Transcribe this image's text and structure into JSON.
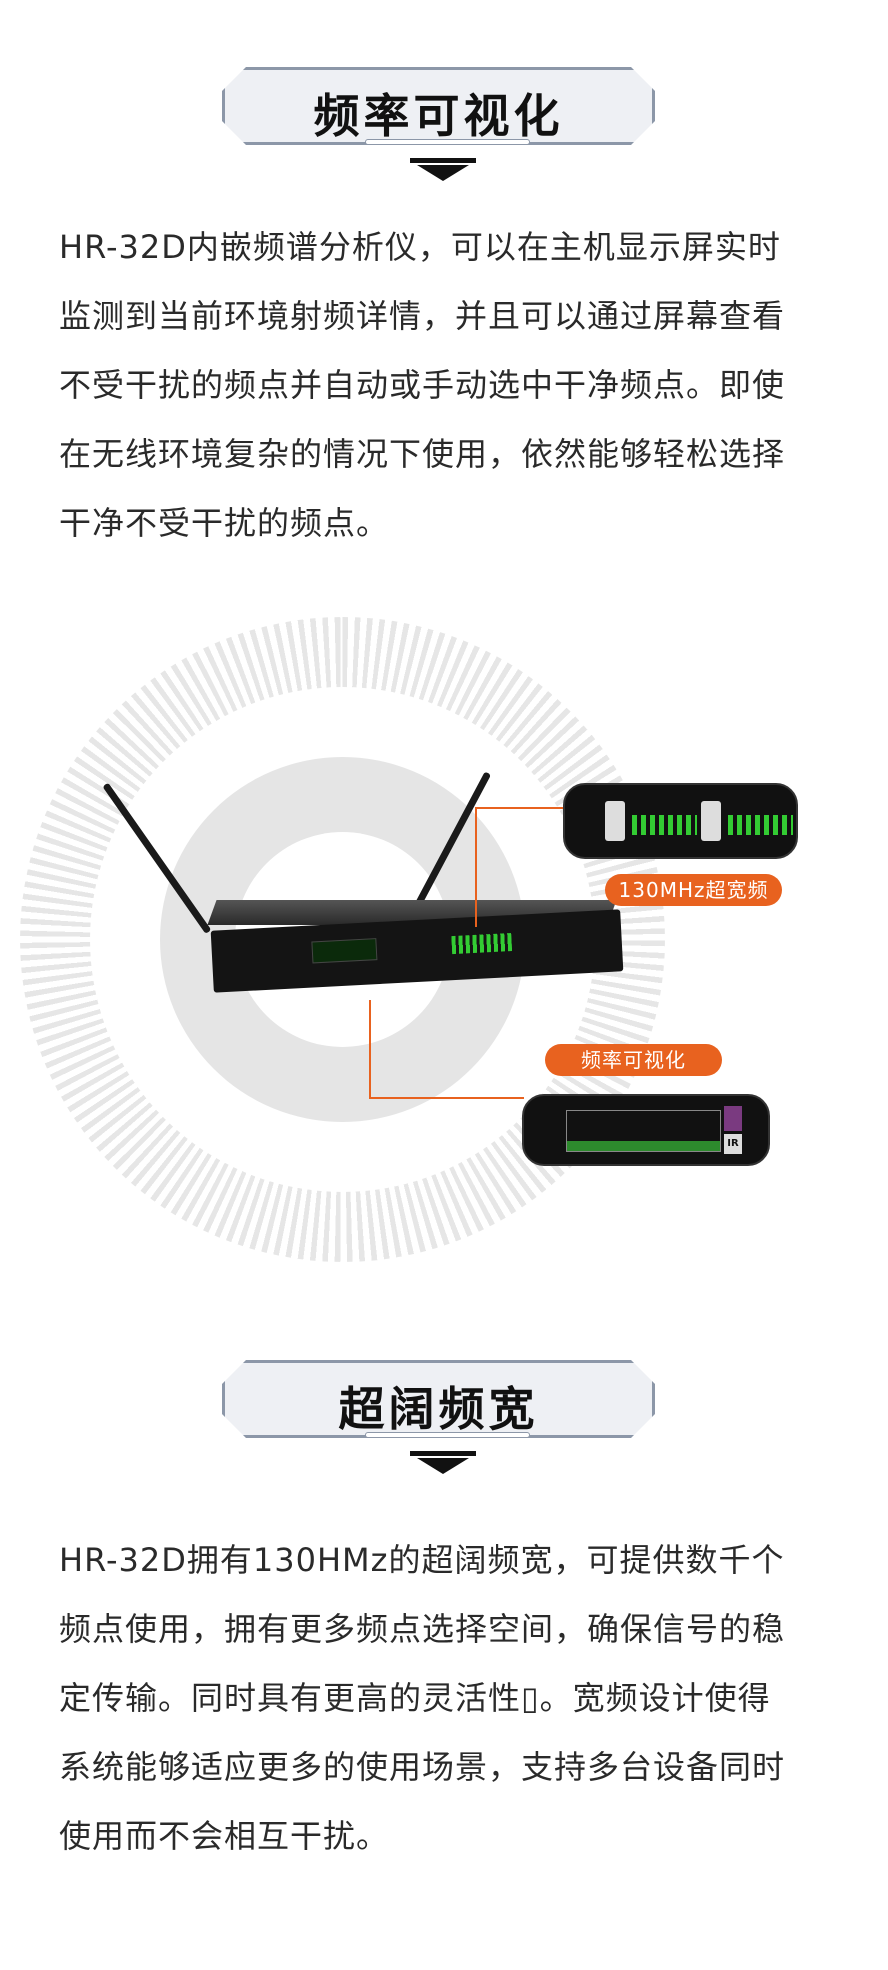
{
  "section1": {
    "title": "频率可视化",
    "paragraph": [
      "HR-32D内嵌频谱分析仪，可以在主机显示屏实时",
      "监测到当前环境射频详情，并且可以通过屏幕查看",
      "不受干扰的频点并自动或手动选中干净频点。即使",
      "在无线环境复杂的情况下使用，依然能够轻松选择",
      "干净不受干扰的频点。"
    ]
  },
  "product": {
    "callout_bandwidth": "130MHz超宽频",
    "callout_visual": "频率可视化",
    "panel_ir": "IR"
  },
  "section2": {
    "title": "超阔频宽",
    "paragraph": [
      "HR-32D拥有130HMz的超阔频宽，可提供数千个",
      "频点使用，拥有更多频点选择空间，确保信号的稳",
      "定传输。同时具有更高的灵活性▯。宽频设计使得",
      "系统能够适应更多的使用场景，支持多台设备同时",
      "使用而不会相互干扰。"
    ]
  },
  "colors": {
    "accent": "#e8621f",
    "frame": "#8c97a8"
  }
}
